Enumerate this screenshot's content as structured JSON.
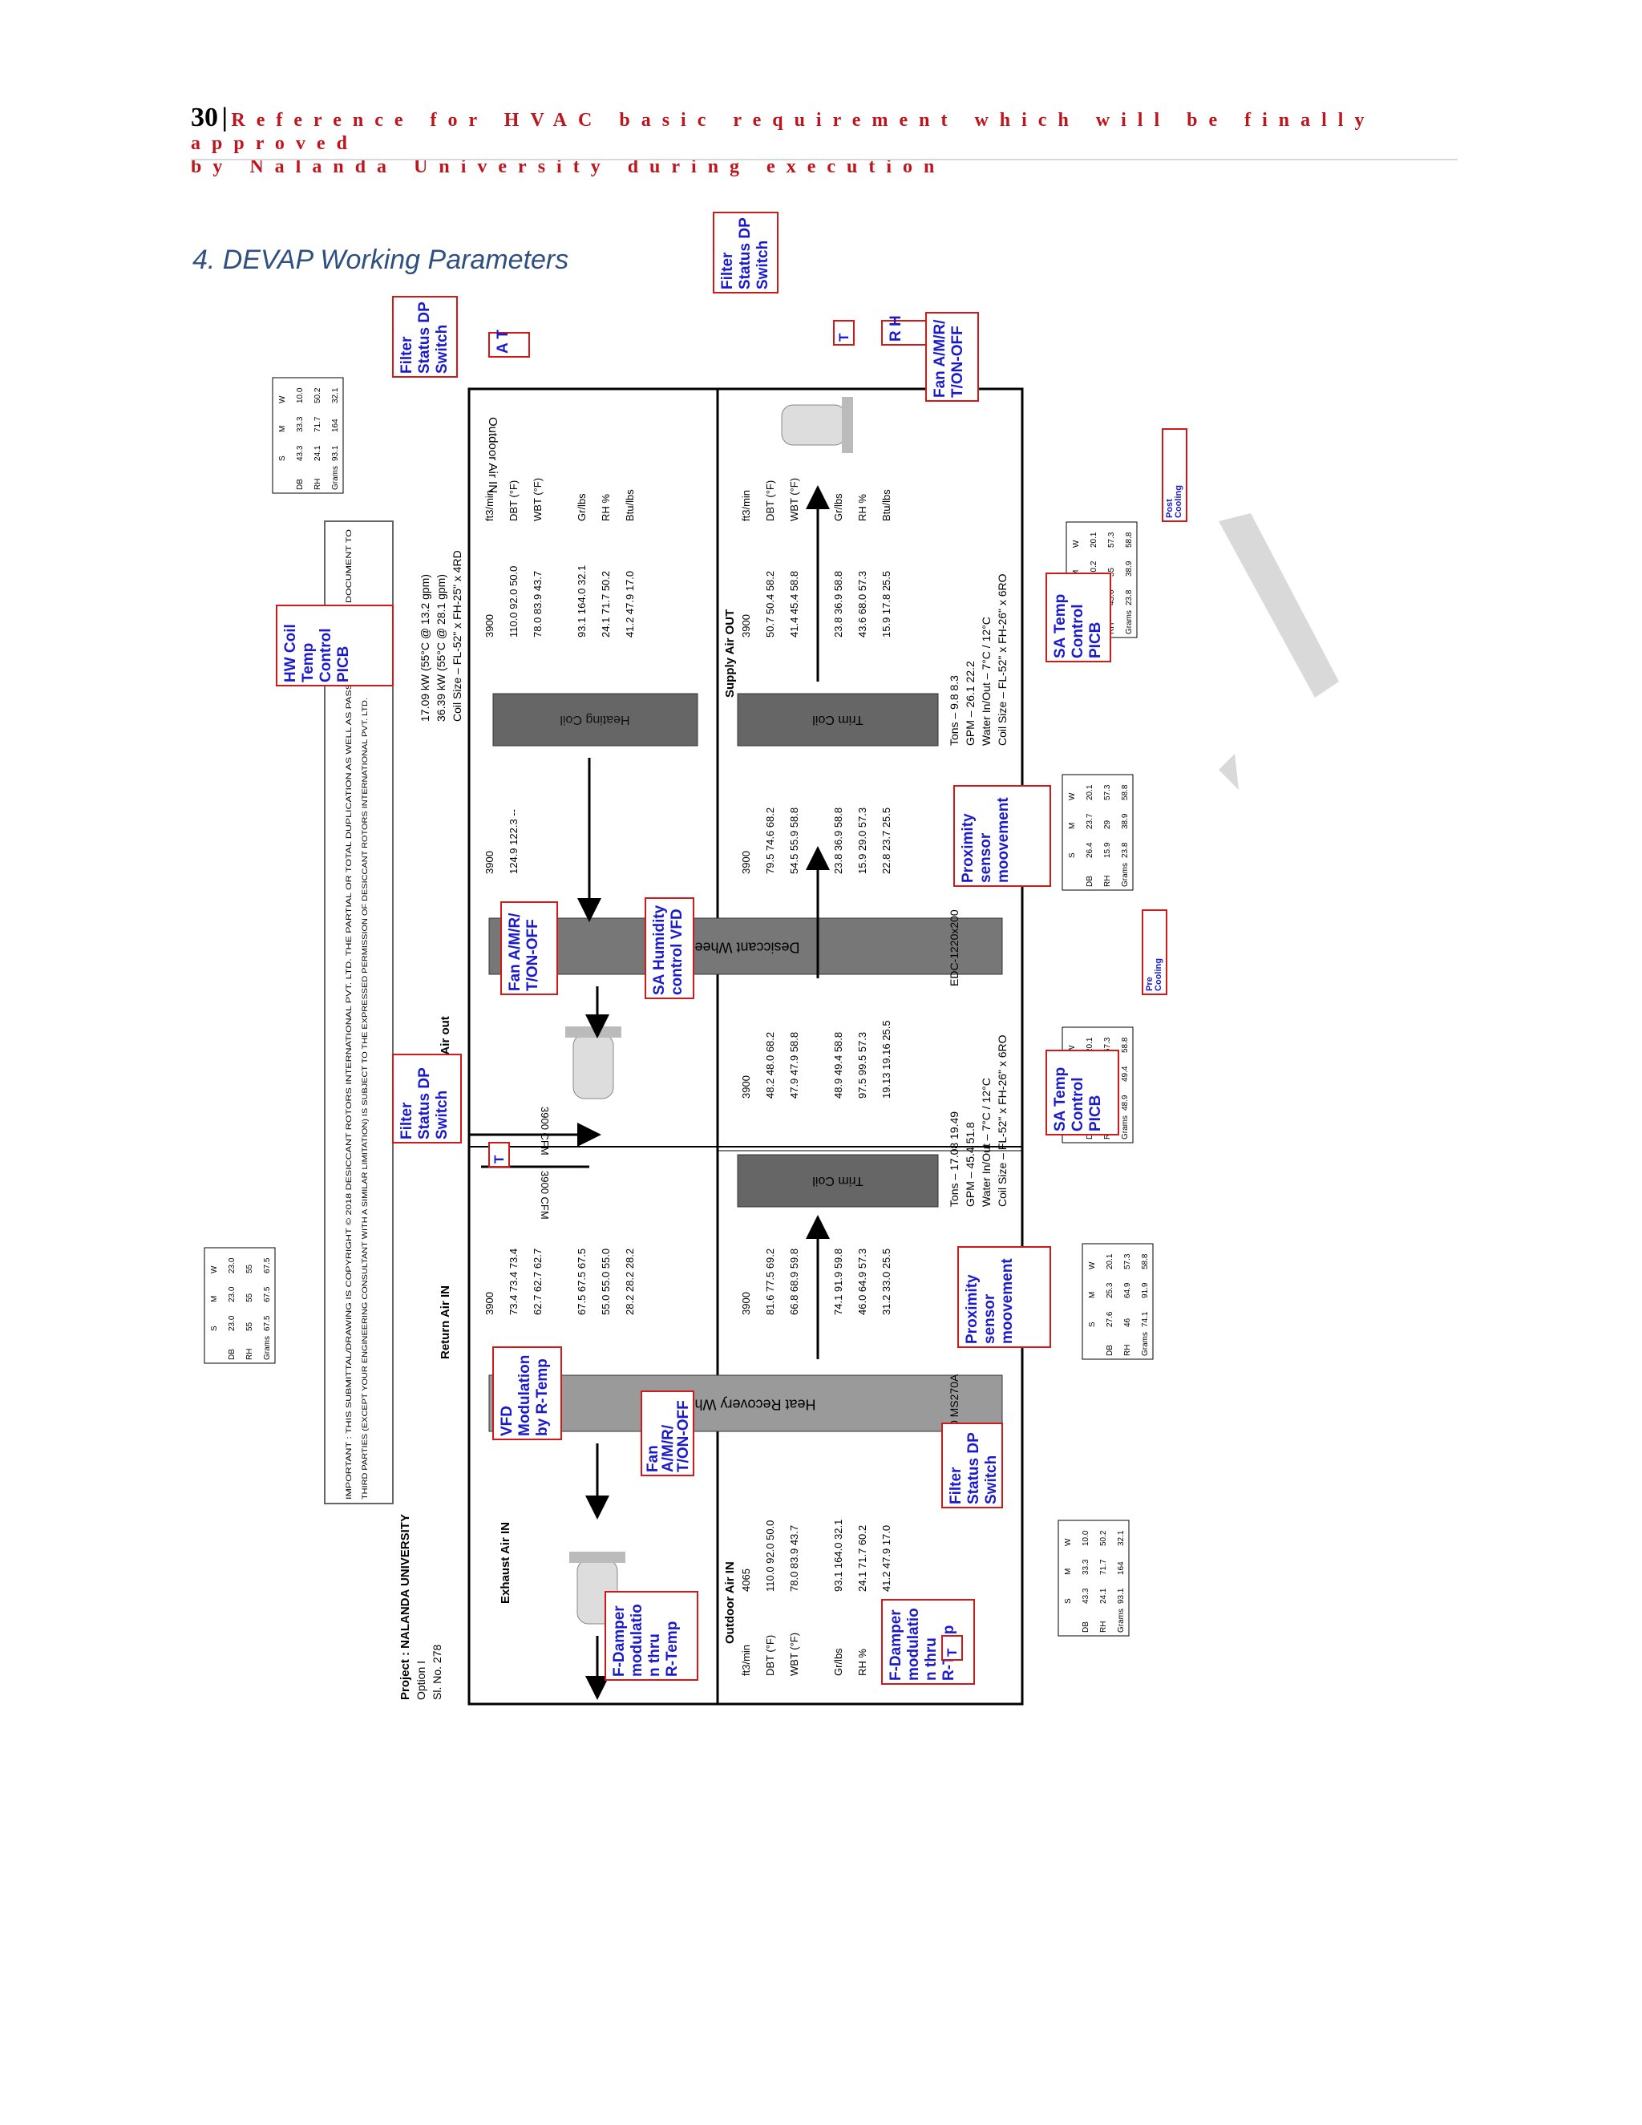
{
  "header": {
    "page_number": "30",
    "separator": "|",
    "line1": "Reference for HVAC basic requirement which will be finally approved",
    "line2": "by Nalanda University during execution"
  },
  "section": {
    "title": "4. DEVAP Working Parameters"
  },
  "diagram": {
    "project": "Project : NALANDA UNIVERSITY",
    "option": "Option I",
    "sl_no": "Sl. No. 278",
    "copyright_1": "IMPORTANT : THIS SUBMITTAL/DRAWING IS COPYRIGHT © 2018 DESICCANT ROTORS INTERNATIONAL PVT. LTD. THE PARTIAL OR TOTAL DUPLICATION AS WELL AS PASSING ON OF THIS DOCUMENT TO",
    "copyright_2": "THIRD PARTIES (EXCEPT YOUR ENGINEERING CONSULTANT WITH A SIMILAR LIMITATION) IS SUBJECT TO THE EXPRESSED PERMISSION OF DESICCANT ROTORS INTERNATIONAL PVT. LTD.",
    "sections": {
      "exhaust_air_in": "Exhaust Air IN",
      "return_air_in": "Return Air IN",
      "react_air_out": "React Air out",
      "outdoor_air_in_top": "Outdoor Air IN",
      "outdoor_air_in_bottom": "Outdoor Air IN",
      "supply_air_out": "Supply Air OUT"
    },
    "components": {
      "heat_recovery_wheel": "Heat Recovery Wheel",
      "desiccant_wheel": "Desiccant Wheel",
      "heating_coil": "Heating Coil",
      "trim_coil_1": "Trim Coil",
      "trim_coil_2": "Trim Coil",
      "hrw_model": "HRW-1200 MS270A",
      "edc_model": "EDC-1220x200",
      "cfm_1": "3900 CFM",
      "cfm_2": "3900 CFM"
    },
    "heating_info": {
      "l1": "17.09 kW (55°C @ 13.2 gpm)",
      "l2": "36.39 kW (55°C @ 28.1 gpm)",
      "l3": "Coil Size – FL-52\" x FH-25\" x 4RD"
    },
    "trim1_info": {
      "l1": "Tons –        17.08    19.49",
      "l2": "GPM –        45.4     51.8",
      "l3": "Water In/Out – 7°C / 12°C",
      "l4": "Coil Size – FL-52\" x FH-26\" x 6RO"
    },
    "trim2_info": {
      "l1": "Tons –        9.8      8.3",
      "l2": "GPM –        26.1     22.2",
      "l3": "Water In/Out – 7°C / 12°C",
      "l4": "Coil Size – FL-52\" x FH-26\" x 6RO"
    },
    "row_labels": [
      "ft3/min",
      "DBT (°F)",
      "WBT (°F)",
      "Gr/lbs",
      "RH %",
      "Btu/lbs"
    ],
    "data_columns": [
      {
        "id": "outdoor_in_bottom",
        "values": [
          "4065",
          "110.0  92.0  50.0",
          "78.0  83.9  43.7",
          "93.1  164.0  32.1",
          "24.1  71.7  60.2",
          "41.2  47.9  17.0"
        ]
      },
      {
        "id": "after_hrw_process",
        "values": [
          "3900",
          "81.6  77.5  69.2",
          "66.8  68.9  59.8",
          "74.1  91.9  59.8",
          "46.0  64.9  57.3",
          "31.2  33.0  25.5"
        ]
      },
      {
        "id": "after_trim1",
        "values": [
          "3900",
          "48.2  48.0  68.2",
          "47.9  47.9  58.8",
          "48.9  49.4  58.8",
          "97.5  99.5  57.3",
          "19.13  19.16  25.5"
        ]
      },
      {
        "id": "after_desiccant",
        "values": [
          "3900",
          "79.5  74.6  68.2",
          "54.5  55.9  58.8",
          "23.8  36.9  58.8",
          "15.9  29.0  57.3",
          "22.8  23.7  25.5"
        ]
      },
      {
        "id": "supply_out",
        "values": [
          "3900",
          "50.7  50.4  58.2",
          "41.4  45.4  58.8",
          "23.8  36.9  58.8",
          "43.6  68.0  57.3",
          "15.9  17.8  25.5"
        ]
      },
      {
        "id": "return_in",
        "values": [
          "3900",
          "73.4  73.4  73.4",
          "62.7  62.7  62.7",
          "67.5  67.5  67.5",
          "55.0  55.0  55.0",
          "28.2  28.2  28.2"
        ]
      },
      {
        "id": "react_before_heat",
        "values": [
          "3900",
          "124.9  122.3  --"
        ]
      },
      {
        "id": "outdoor_in_top",
        "values": [
          "3900",
          "110.0  92.0  50.0",
          "78.0  83.9  43.7",
          "93.1  164.0  32.1",
          "24.1  71.7  50.2",
          "41.2  47.9  17.0"
        ]
      }
    ],
    "callouts": {
      "filter_status_dp_1": "Filter Status DP Switch",
      "filter_status_dp_2": "Filter Status DP Switch",
      "filter_status_dp_3": "Filter Status DP Switch",
      "filter_status_dp_4": "Filter Status DP Switch",
      "hw_coil": "HW Coil Temp Control PICB",
      "vfd_modulation": "VFD Modulation by R-Temp",
      "fan_amr_1": "Fan A/M/R/ T/ON-OFF",
      "fan_amr_2": "Fan A/M/R/ T/ON-OFF",
      "fan_amr_3": "Fan A/M/R/ T/ON-OFF",
      "sa_humidity": "SA Humidity control VFD",
      "f_damper_1": "F-Damper modulatio n thru R-Temp",
      "f_damper_2": "F-Damper modulatio n thru R-Temp",
      "proximity_1": "Proximity sensor moovement",
      "proximity_2": "Proximity sensor moovement",
      "sa_temp_1": "SA Temp Control PICB",
      "sa_temp_2": "SA Temp Control PICB",
      "pre_cooling": "Pre Cooling",
      "post_cooling": "Post Cooling",
      "t_1": "T",
      "t_2": "T",
      "t_3": "T",
      "a_t": "A T",
      "rh": "R H"
    },
    "mini_tables": [
      {
        "id": "table_top_left",
        "header": [
          "",
          "S",
          "M",
          "W"
        ],
        "rows": [
          [
            "DB",
            "43.3",
            "33.3",
            "10.0"
          ],
          [
            "RH",
            "24.1",
            "71.7",
            "50.2"
          ],
          [
            "Grams",
            "93.1",
            "164",
            "32.1"
          ]
        ]
      },
      {
        "id": "table_mid_left",
        "header": [
          "",
          "S",
          "M",
          "W"
        ],
        "rows": [
          [
            "DB",
            "23.0",
            "23.0",
            "23.0"
          ],
          [
            "RH",
            "55",
            "55",
            "55"
          ],
          [
            "Grams",
            "67.5",
            "67.5",
            "67.5"
          ]
        ]
      },
      {
        "id": "table_bottom_1",
        "header": [
          "",
          "S",
          "M",
          "W"
        ],
        "rows": [
          [
            "DB",
            "43.3",
            "33.3",
            "10.0"
          ],
          [
            "RH",
            "24.1",
            "71.7",
            "50.2"
          ],
          [
            "Grams",
            "93.1",
            "164",
            "32.1"
          ]
        ]
      },
      {
        "id": "table_bottom_2",
        "header": [
          "",
          "S",
          "M",
          "W"
        ],
        "rows": [
          [
            "DB",
            "27.6",
            "25.3",
            "20.1"
          ],
          [
            "RH",
            "46",
            "64.9",
            "57.3"
          ],
          [
            "Grams",
            "74.1",
            "91.9",
            "58.8"
          ]
        ]
      },
      {
        "id": "table_bottom_3",
        "header": [
          "",
          "S",
          "M",
          "W"
        ],
        "rows": [
          [
            "DB",
            "9.3",
            "8.9",
            "20.1"
          ],
          [
            "RH",
            "97.5",
            "99.5",
            "57.3"
          ],
          [
            "Grams",
            "48.9",
            "49.4",
            "58.8"
          ]
        ]
      },
      {
        "id": "table_bottom_4",
        "header": [
          "",
          "S",
          "M",
          "W"
        ],
        "rows": [
          [
            "DB",
            "26.4",
            "23.7",
            "20.1"
          ],
          [
            "RH",
            "15.9",
            "29",
            "57.3"
          ],
          [
            "Grams",
            "23.8",
            "38.9",
            "58.8"
          ]
        ]
      },
      {
        "id": "table_bottom_5",
        "header": [
          "",
          "S",
          "M",
          "W"
        ],
        "rows": [
          [
            "DB",
            "10.4",
            "10.2",
            "20.1"
          ],
          [
            "RH",
            "43.6",
            "55",
            "57.3"
          ],
          [
            "Grams",
            "23.8",
            "38.9",
            "58.8"
          ]
        ]
      }
    ],
    "colors": {
      "callout": "#1a1acc",
      "callout_border": "#d01a1a",
      "component_fill": "#8a8a8a",
      "header_red": "#c0141c"
    }
  }
}
